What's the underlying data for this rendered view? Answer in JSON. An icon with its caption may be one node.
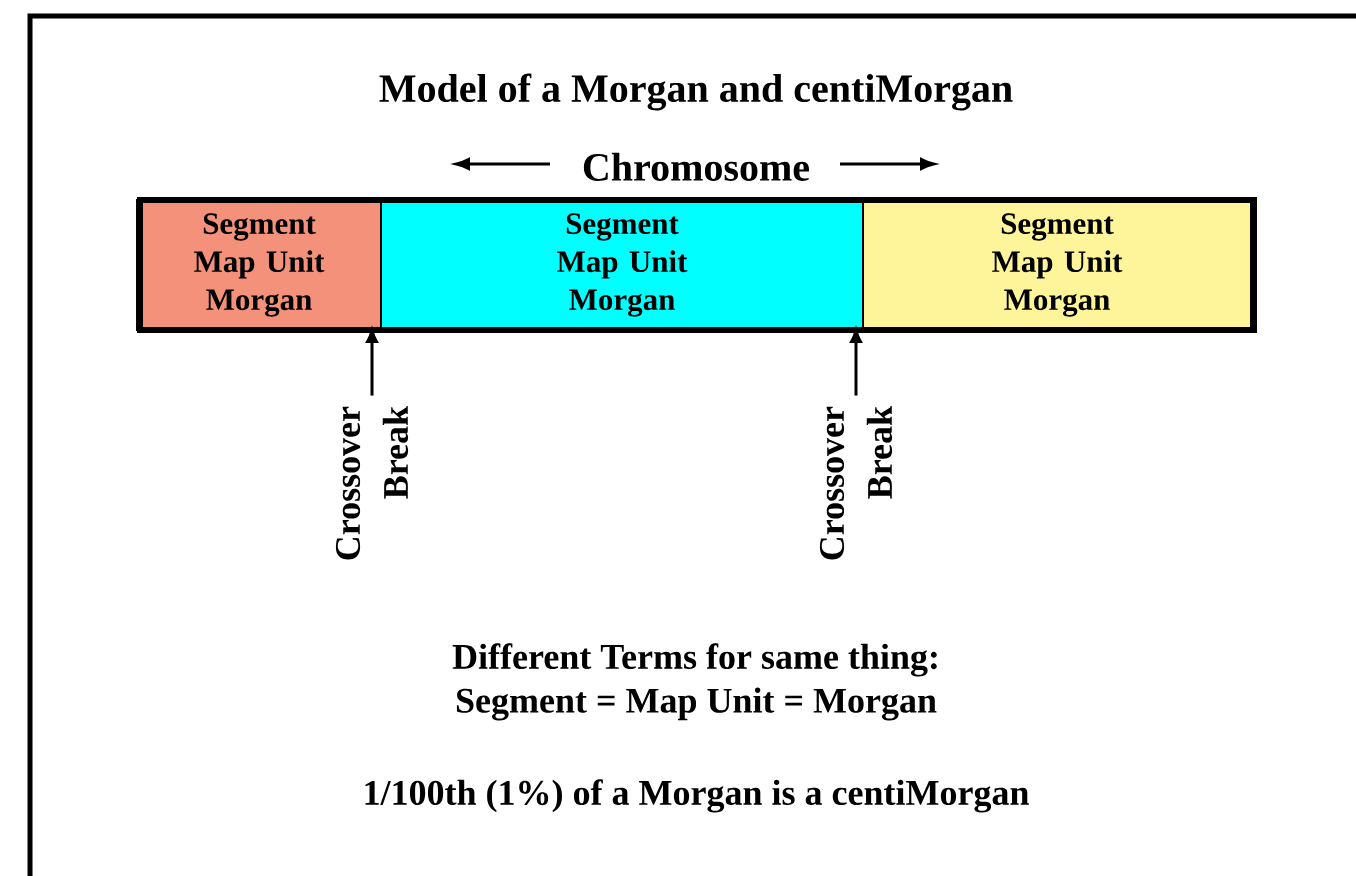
{
  "diagram": {
    "title": "Model of a Morgan and centiMorgan",
    "nodes": [
      {
        "text": [
          "Chromosome"
        ]
      },
      {
        "text": [
          "Segment Map Unit Morgan"
        ],
        "in": 0
      },
      {
        "text": [
          "Segment Map Unit Morgan"
        ],
        "in": 0
      },
      {
        "text": [
          "Segment Map Unit Morgan"
        ],
        "in": 0
      },
      {
        "text": [
          "Crossover Break"
        ]
      },
      {
        "text": [
          "Crossover Break"
        ]
      }
    ],
    "edges": [
      {
        "from": 4,
        "to": 0,
        "arrow": "to"
      },
      {
        "from": 5,
        "to": 0,
        "arrow": "to"
      }
    ],
    "labels": [
      "Different Terms for same thing:",
      "Segment = Map Unit = Morgan",
      "1/100th (1%) of a Morgan is a centiMorgan"
    ]
  }
}
